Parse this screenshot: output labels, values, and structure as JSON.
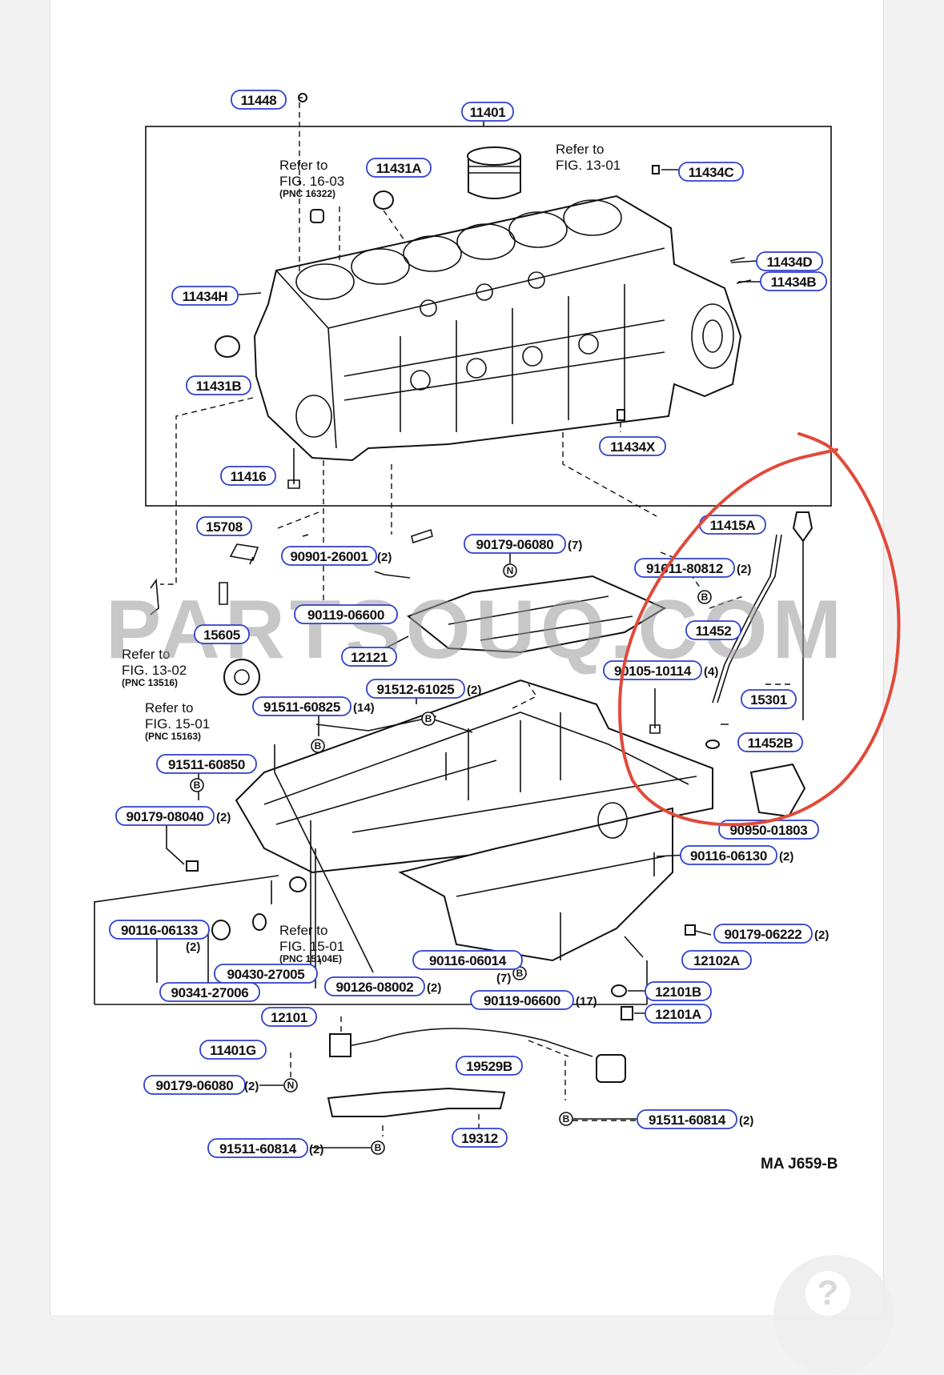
{
  "parts": [
    {
      "id": "p11448",
      "label": "11448"
    },
    {
      "id": "p11401",
      "label": "11401"
    },
    {
      "id": "p11431A",
      "label": "11431A"
    },
    {
      "id": "p11434C",
      "label": "11434C"
    },
    {
      "id": "p11434D",
      "label": "11434D"
    },
    {
      "id": "p11434B",
      "label": "11434B"
    },
    {
      "id": "p11434H",
      "label": "11434H"
    },
    {
      "id": "p11431B",
      "label": "11431B"
    },
    {
      "id": "p11434X",
      "label": "11434X"
    },
    {
      "id": "p11416",
      "label": "11416"
    },
    {
      "id": "p15708",
      "label": "15708"
    },
    {
      "id": "p11415A",
      "label": "11415A"
    },
    {
      "id": "p90901",
      "label": "90901-26001"
    },
    {
      "id": "p90179_06080a",
      "label": "90179-06080"
    },
    {
      "id": "p91611",
      "label": "91611-80812"
    },
    {
      "id": "p90119a",
      "label": "90119-06600"
    },
    {
      "id": "p15605",
      "label": "15605"
    },
    {
      "id": "p11452",
      "label": "11452"
    },
    {
      "id": "p12121",
      "label": "12121"
    },
    {
      "id": "p90105",
      "label": "90105-10114"
    },
    {
      "id": "p91512",
      "label": "91512-61025"
    },
    {
      "id": "p15301",
      "label": "15301"
    },
    {
      "id": "p91511_60825",
      "label": "91511-60825"
    },
    {
      "id": "p11452B",
      "label": "11452B"
    },
    {
      "id": "p91511_60850",
      "label": "91511-60850"
    },
    {
      "id": "p90179_08040",
      "label": "90179-08040"
    },
    {
      "id": "p90950",
      "label": "90950-01803"
    },
    {
      "id": "p90116_06130",
      "label": "90116-06130"
    },
    {
      "id": "p90116_06133",
      "label": "90116-06133"
    },
    {
      "id": "p90179_06222",
      "label": "90179-06222"
    },
    {
      "id": "p90116_06014",
      "label": "90116-06014"
    },
    {
      "id": "p12102A",
      "label": "12102A"
    },
    {
      "id": "p90430",
      "label": "90430-27005"
    },
    {
      "id": "p90341",
      "label": "90341-27006"
    },
    {
      "id": "p90126",
      "label": "90126-08002"
    },
    {
      "id": "p90119b",
      "label": "90119-06600"
    },
    {
      "id": "p12101B",
      "label": "12101B"
    },
    {
      "id": "p12101A",
      "label": "12101A"
    },
    {
      "id": "p12101",
      "label": "12101"
    },
    {
      "id": "p11401G",
      "label": "11401G"
    },
    {
      "id": "p19529B",
      "label": "19529B"
    },
    {
      "id": "p90179_06080b",
      "label": "90179-06080"
    },
    {
      "id": "p91511_60814a",
      "label": "91511-60814"
    },
    {
      "id": "p91511_60814b",
      "label": "91511-60814"
    },
    {
      "id": "p19312",
      "label": "19312"
    }
  ],
  "quantities": {
    "q90901": "(2)",
    "q90179_06080a": "(7)",
    "q91611": "(2)",
    "q90105": "(4)",
    "q91512": "(2)",
    "q91511_60825": "(14)",
    "q90179_08040": "(2)",
    "q90116_06130": "(2)",
    "q90116_06133": "(2)",
    "q90179_06222": "(2)",
    "q90116_06014": "(7)",
    "q90126": "(2)",
    "q90119b": "(17)",
    "q90179_06080b": "(2)",
    "q91511_60814a": "(2)",
    "q91511_60814b": "(2)"
  },
  "references": {
    "ref_16_03": {
      "line1": "Refer to",
      "line2": "FIG. 16-03",
      "pnc": "(PNC 16322)"
    },
    "ref_13_01": {
      "line1": "Refer to",
      "line2": "FIG. 13-01"
    },
    "ref_13_02": {
      "line1": "Refer to",
      "line2": "FIG. 13-02",
      "pnc": "(PNC 13516)"
    },
    "ref_15_01a": {
      "line1": "Refer to",
      "line2": "FIG. 15-01",
      "pnc": "(PNC 15163)"
    },
    "ref_15_01b": {
      "line1": "Refer to",
      "line2": "FIG. 15-01",
      "pnc": "(PNC 15104E)"
    }
  },
  "symbols": {
    "n": "N",
    "b": "B"
  },
  "watermark": "PARTSOUQ.COM",
  "diagram_code": "MA  J659-B",
  "annotation": {
    "color": "#e04a3a",
    "shape": "hand-drawn circle"
  },
  "help_button": {
    "glyph": "?"
  },
  "colors": {
    "label_border": "#2f3fcf",
    "ink": "#111111"
  }
}
